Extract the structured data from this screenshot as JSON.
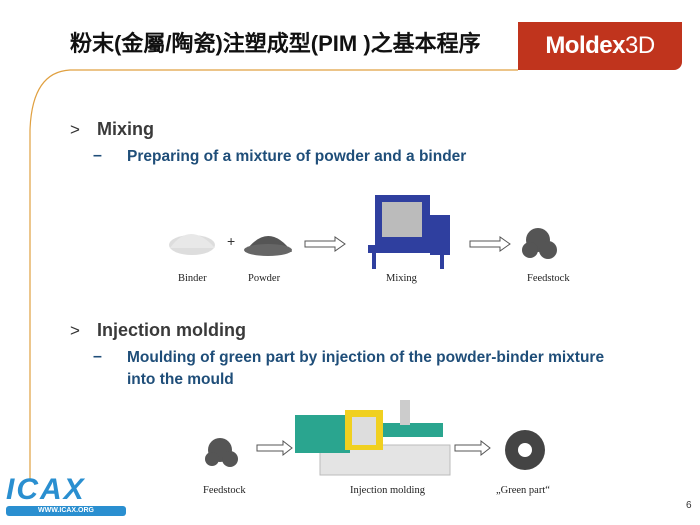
{
  "title": "粉末(金屬/陶瓷)注塑成型(PIM )之基本程序",
  "brand": {
    "name": "Moldex",
    "suffix": "3D",
    "color": "#c0341d"
  },
  "sections": [
    {
      "marker": ">",
      "heading": "Mixing",
      "sub_marker": "–",
      "sub": "Preparing of a mixture of powder and a binder",
      "captions": [
        "Binder",
        "Powder",
        "Mixing",
        "Feedstock"
      ],
      "plus": "+"
    },
    {
      "marker": ">",
      "heading": "Injection molding",
      "sub_marker": "–",
      "sub": "Moulding of green part by injection of the powder-binder mixture into the mould",
      "captions": [
        "Feedstock",
        "Injection molding",
        "„Green part“"
      ]
    }
  ],
  "footer": {
    "logo": "ICAX",
    "logo_url_text": "WWW.ICAX.ORG",
    "page": "6"
  }
}
